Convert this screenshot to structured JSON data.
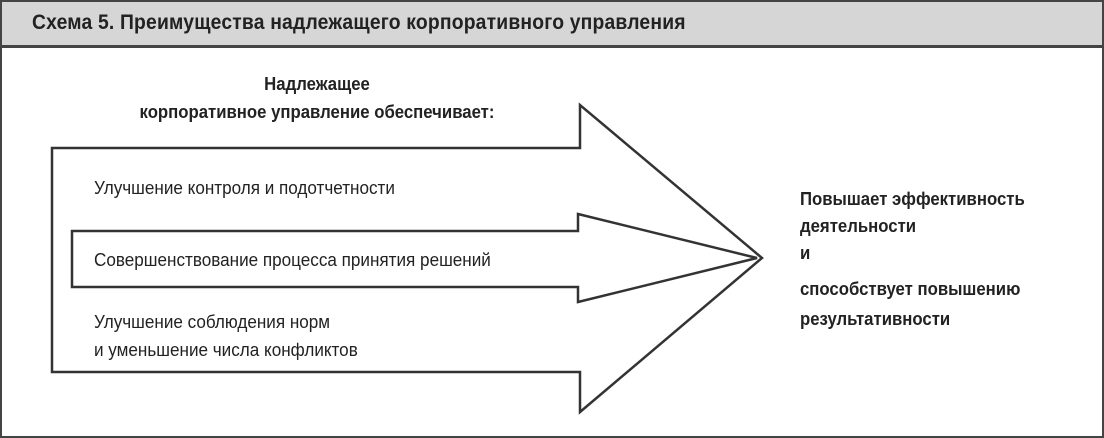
{
  "diagram": {
    "title": "Схема 5. Преимущества надлежащего корпоративного управления",
    "heading": {
      "line1": "Надлежащее",
      "line2": "корпоративное управление обеспечивает:"
    },
    "items": [
      {
        "lines": [
          "Улучшение контроля и подотчетности"
        ]
      },
      {
        "lines": [
          "Совершенствование процесса принятия решений"
        ]
      },
      {
        "lines": [
          "Улучшение соблюдения норм",
          "и уменьшение числа конфликтов"
        ]
      }
    ],
    "result": {
      "lines": [
        "Повышает эффективность",
        "деятельности",
        "и",
        "способствует повышению",
        "результативности"
      ]
    },
    "colors": {
      "header_bg": "#d6d6d6",
      "border": "#444444",
      "text": "#222222",
      "arrow_fill": "#ffffff"
    }
  }
}
